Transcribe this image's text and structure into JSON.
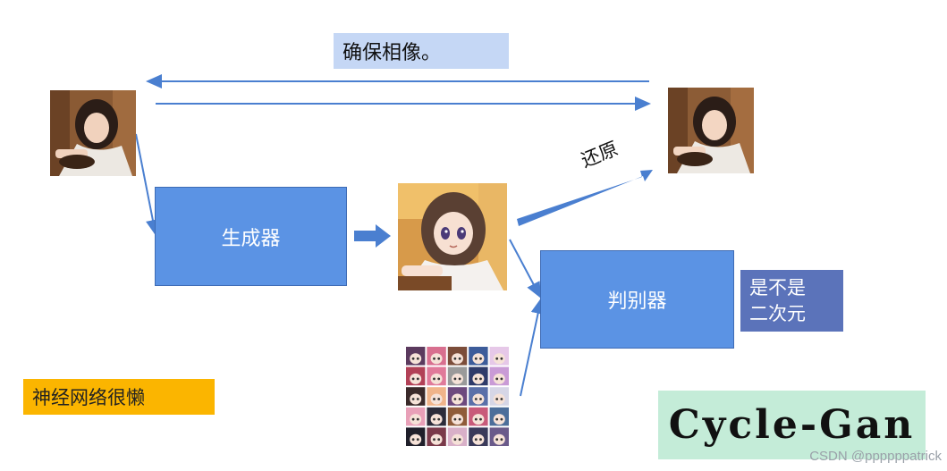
{
  "notes": {
    "top": "确保相像。",
    "lazy": "神经网络很懒",
    "question_line1": "是不是",
    "question_line2": "二次元",
    "restore": "还原"
  },
  "nodes": {
    "generator": "生成器",
    "discriminator": "判别器"
  },
  "brand": {
    "title": "Cycle-Gan"
  },
  "watermark": "CSDN @ppppppatrick",
  "colors": {
    "arrow": "#4a7fd0",
    "process_fill": "#5b93e4",
    "top_note_fill": "#c5d7f5",
    "lazy_note_fill": "#fbb500",
    "question_fill": "#5b73ba",
    "brand_fill": "#c4ecd8"
  },
  "images": {
    "real_photo_input": "portrait-photo-icon",
    "real_photo_output": "portrait-photo-icon",
    "anime_generated": "anime-portrait-icon",
    "anime_dataset_grid": "anime-faces-grid-icon"
  }
}
